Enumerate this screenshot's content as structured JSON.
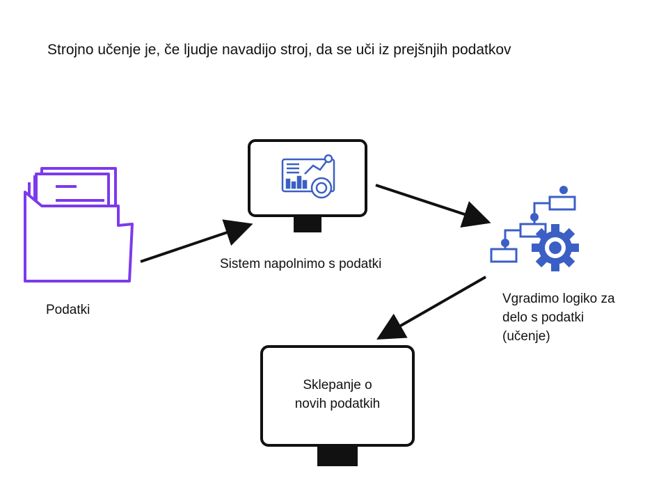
{
  "title": "Strojno učenje je, če ljudje navadijo stroj, da se uči iz prejšnjih podatkov",
  "nodes": {
    "data": {
      "label": "Podatki",
      "icon": "folder-documents-icon"
    },
    "system": {
      "label": "Sistem napolnimo s podatki",
      "icon": "analytics-monitor-icon"
    },
    "logic": {
      "label_lines": [
        "Vgradimo logiko za",
        "delo s podatki",
        "(učenje)"
      ],
      "icon": "gear-flowchart-icon"
    },
    "result": {
      "label_lines": [
        "Sklepanje o",
        "novih podatkih"
      ],
      "icon": "monitor-icon"
    }
  },
  "colors": {
    "folder": "#7c3aed",
    "icon_blue": "#3b5fc4",
    "stroke": "#111111"
  }
}
